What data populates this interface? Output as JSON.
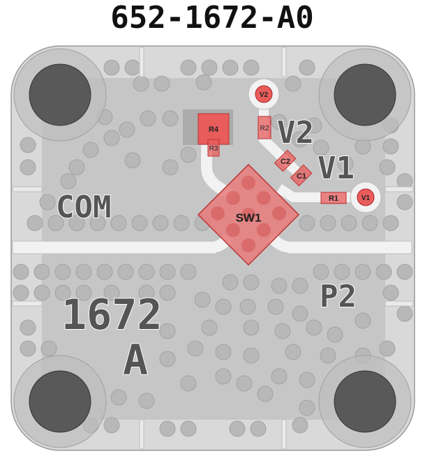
{
  "title": "652-1672-A0",
  "silkscreen": {
    "com": "COM",
    "v2": "V2",
    "v1": "V1",
    "p2": "P2",
    "part_number": "1672",
    "revision": "A"
  },
  "components": {
    "sw1": "SW1",
    "r4": "R4",
    "r3": "R3",
    "r2": "R2",
    "r1": "R1",
    "c1": "C1",
    "c2": "C2",
    "pad_v1": "V1",
    "pad_v2": "V2"
  },
  "colors": {
    "board": "#d9d9d9",
    "copper": "#c4c4c4",
    "via": "#b7b7b7",
    "trace": "#f2f2f2",
    "component": "#e85c5c",
    "mount_hole": "#5a5a5a",
    "silk_text": "#555555"
  }
}
